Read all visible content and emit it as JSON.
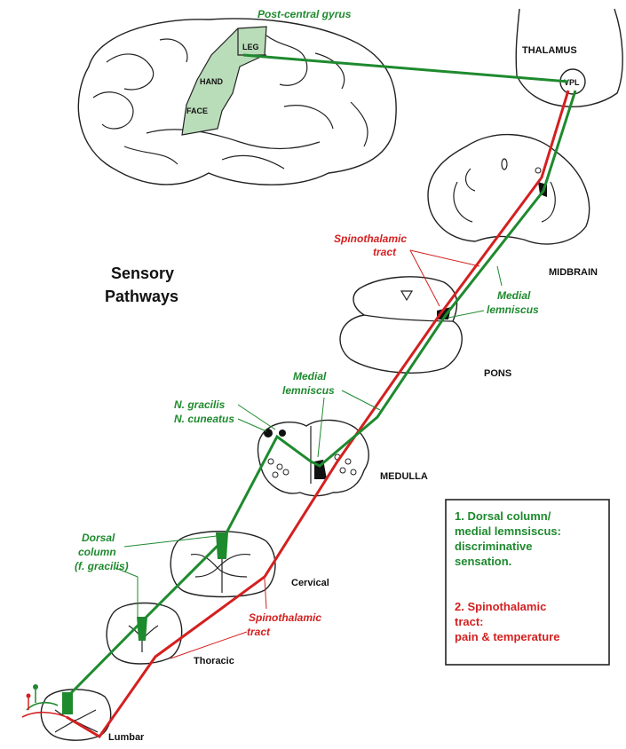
{
  "title": {
    "line1": "Sensory",
    "line2": "Pathways"
  },
  "brain": {
    "gyrus_label": "Post-central gyrus",
    "areas": {
      "leg": "LEG",
      "hand": "HAND",
      "face": "FACE"
    }
  },
  "levels": {
    "thalamus": "THALAMUS",
    "vpl": "VPL",
    "midbrain": "MIDBRAIN",
    "pons": "PONS",
    "medulla": "MEDULLA",
    "cervical": "Cervical",
    "thoracic": "Thoracic",
    "lumbar": "Lumbar"
  },
  "tract_labels": {
    "spinothalamic_upper": [
      "Spinothalamic",
      "tract"
    ],
    "medial_lemniscus_right": [
      "Medial",
      "lemniscus"
    ],
    "medial_lemniscus_left": [
      "Medial",
      "lemniscus"
    ],
    "n_gracilis": "N. gracilis",
    "n_cuneatus": "N. cuneatus",
    "dorsal_column": [
      "Dorsal",
      "column",
      "(f. gracilis)"
    ],
    "spinothalamic_lower": [
      "Spinothalamic",
      "tract"
    ]
  },
  "legend": {
    "item1": [
      "1. Dorsal column/",
      "medial lemnsiscus:",
      "discriminative",
      "sensation."
    ],
    "item2": [
      "2. Spinothalamic",
      "tract:",
      "pain & temperature"
    ]
  },
  "colors": {
    "green_pathway": "#1e8a2e",
    "red_pathway": "#d42020",
    "cortex_fill": "#b9dcb9"
  }
}
